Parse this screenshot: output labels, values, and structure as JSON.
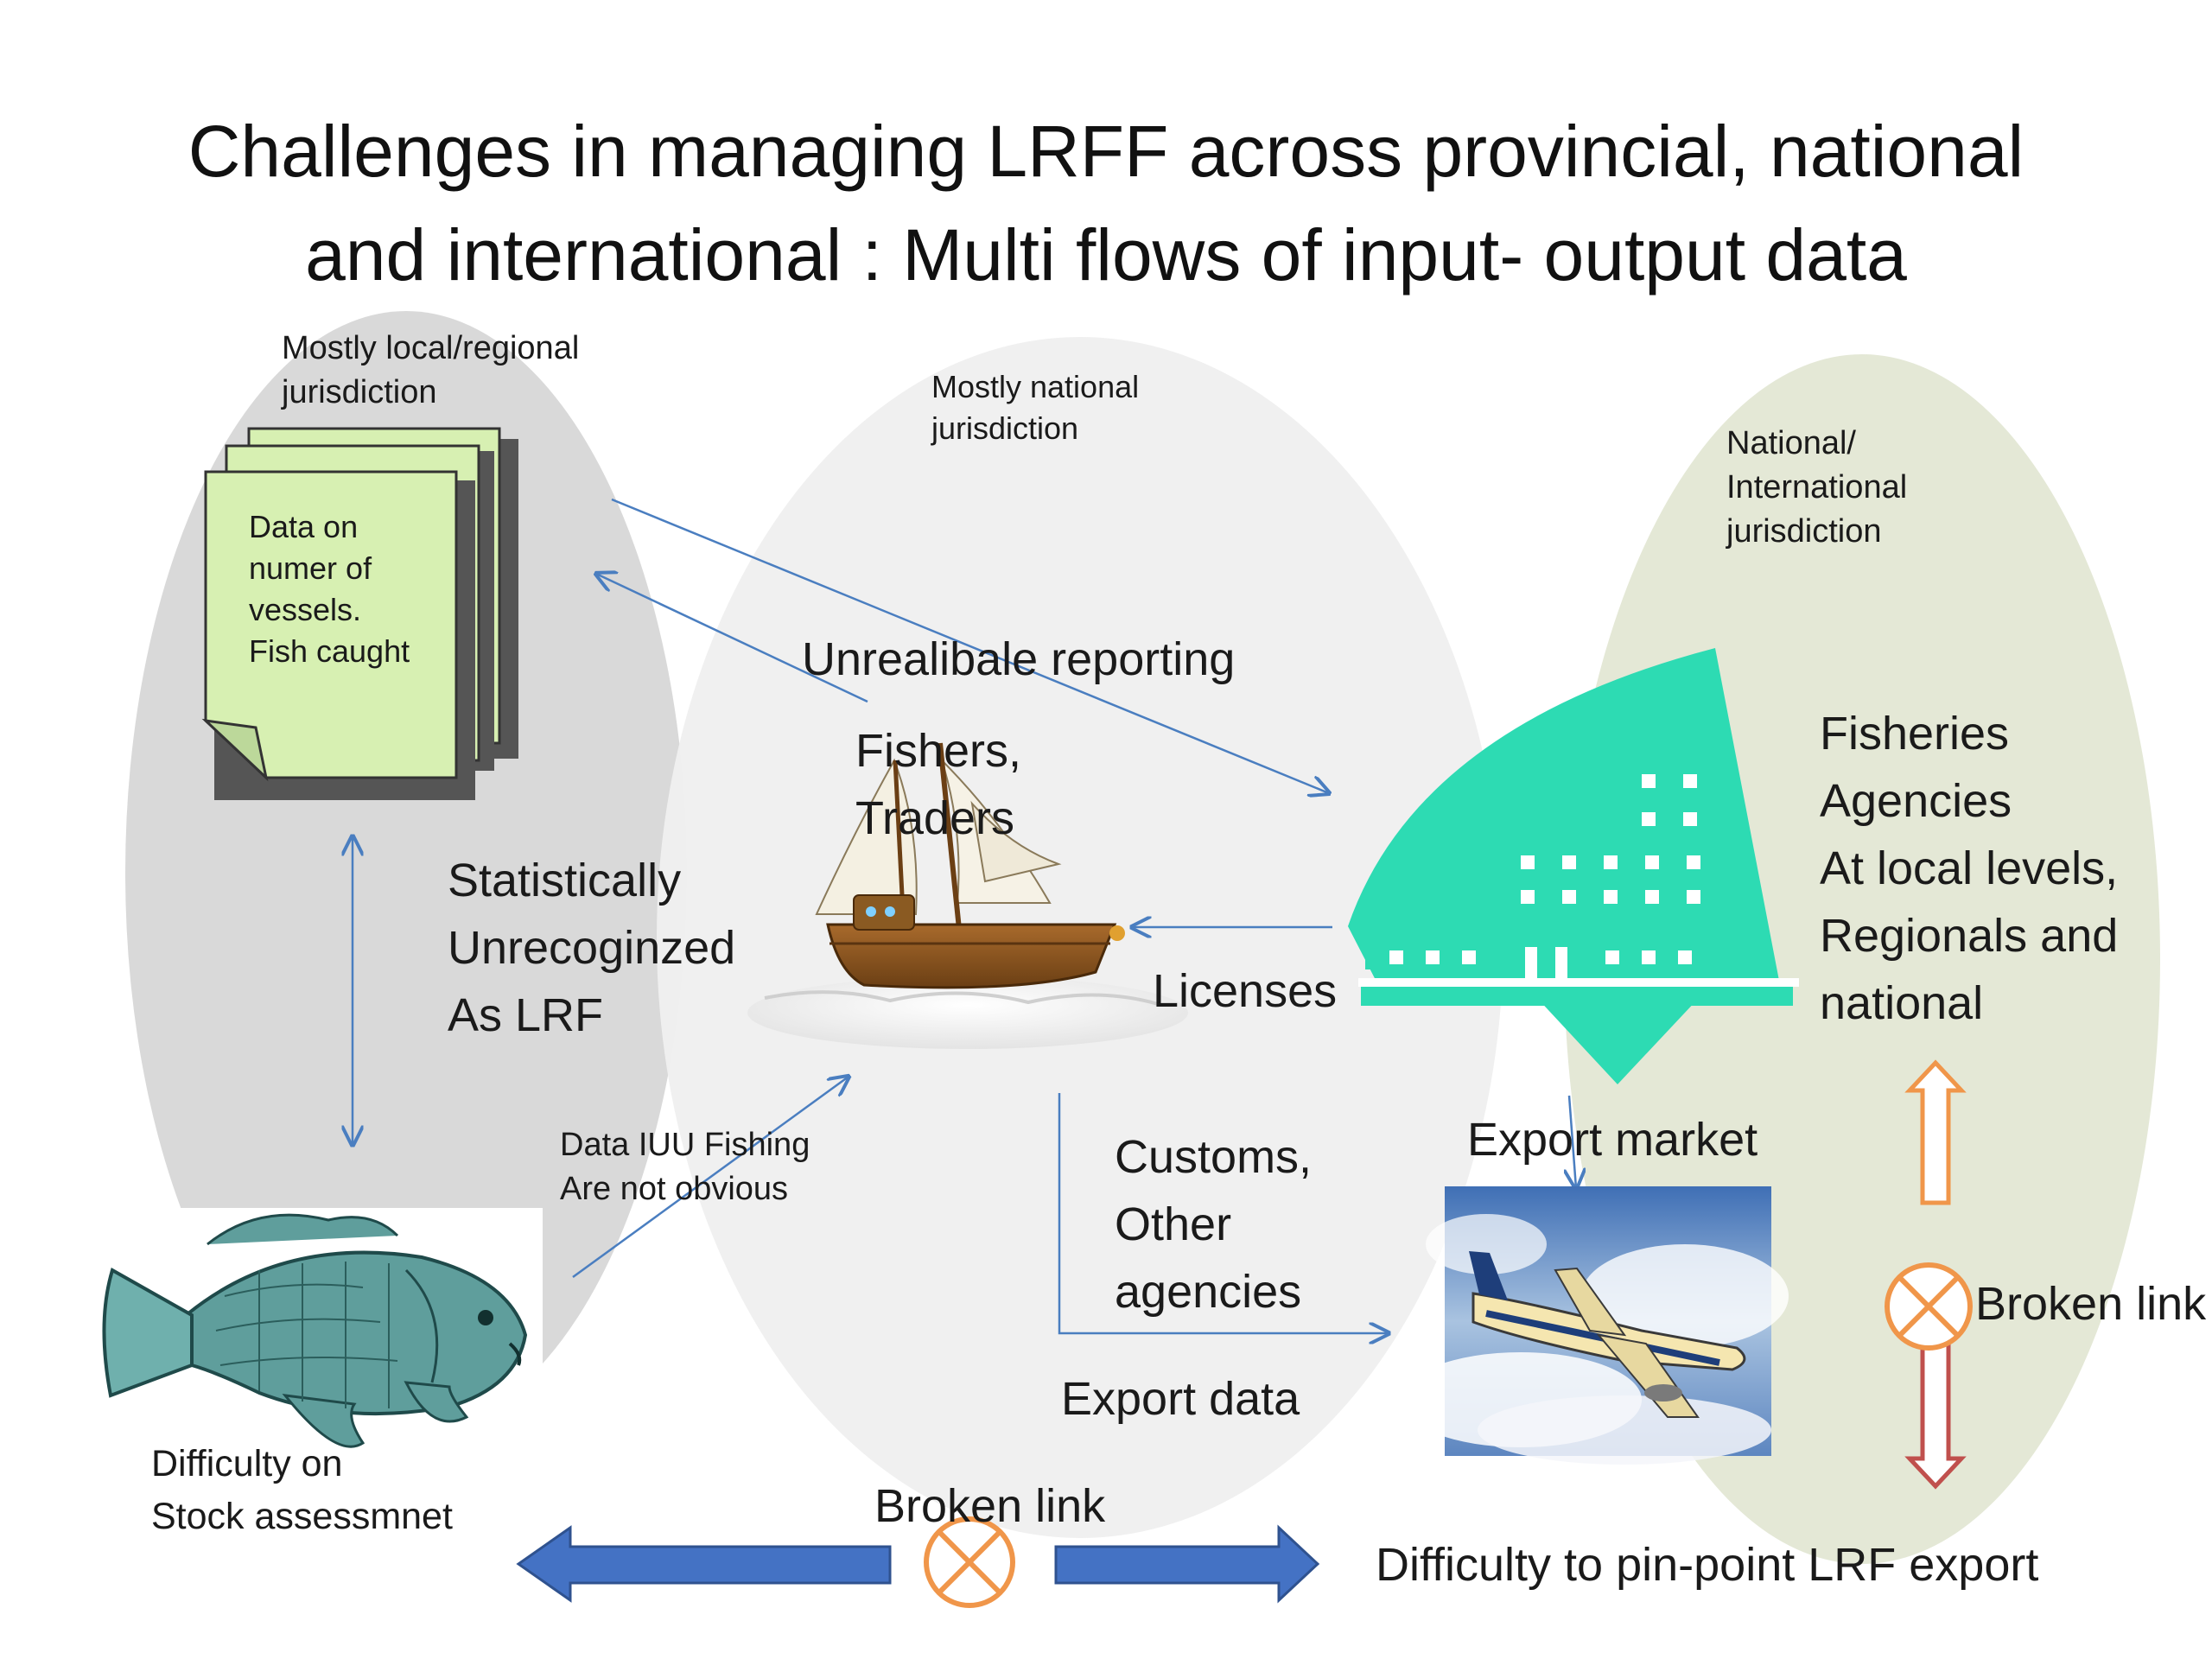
{
  "slide": {
    "title_line1": "Challenges in managing LRFF across provincial, national",
    "title_line2": "and international : Multi flows of input- output data"
  },
  "zones": {
    "local": {
      "label_line1": "Mostly local/regional",
      "label_line2": "jurisdiction",
      "fill": "#d9d9d9"
    },
    "national": {
      "label_line1": "Mostly national",
      "label_line2": "jurisdiction",
      "fill": "#efefef"
    },
    "international": {
      "label_line1": "National/",
      "label_line2": "International",
      "label_line3": "jurisdiction",
      "fill": "#e4e8d6"
    }
  },
  "document_note": {
    "line1": "Data on",
    "line2": "numer of",
    "line3": "vessels.",
    "line4": "Fish caught",
    "fill": "#d7f0b2"
  },
  "labels": {
    "unreliable_reporting": "Unrealibale reporting",
    "fishers_line1": "Fishers,",
    "fishers_line2": "Traders",
    "statistically_line1": "Statistically",
    "statistically_line2": "Unrecoginzed",
    "statistically_line3": "As LRF",
    "licenses": "Licenses",
    "agencies_line1": "Fisheries",
    "agencies_line2": "Agencies",
    "agencies_line3": "At local levels,",
    "agencies_line4": "Regionals and",
    "agencies_line5": "national",
    "iuu_line1": "Data IUU Fishing",
    "iuu_line2": "Are not obvious",
    "customs_line1": "Customs,",
    "customs_line2": "Other",
    "customs_line3": "agencies",
    "export_market": "Export market",
    "export_data": "Export data",
    "broken_link_right": "Broken link",
    "broken_link_bottom": "Broken link",
    "stock_line1": "Difficulty on",
    "stock_line2": "Stock assessmnet",
    "pinpoint": "Difficulty to pin-point LRF export"
  },
  "icons": [
    "document-stack-icon",
    "fishing-boat-icon",
    "government-building-icon",
    "fish-icon",
    "airplane-icon",
    "broken-link-icon",
    "double-arrow-icon"
  ],
  "colors": {
    "arrow_line": "#4a7ec0",
    "block_arrow": "#4472c4",
    "broken_link": "#f0964a",
    "building": "#2ddbb3",
    "up_arrow": "#f0964a",
    "down_arrow": "#c0504d"
  }
}
